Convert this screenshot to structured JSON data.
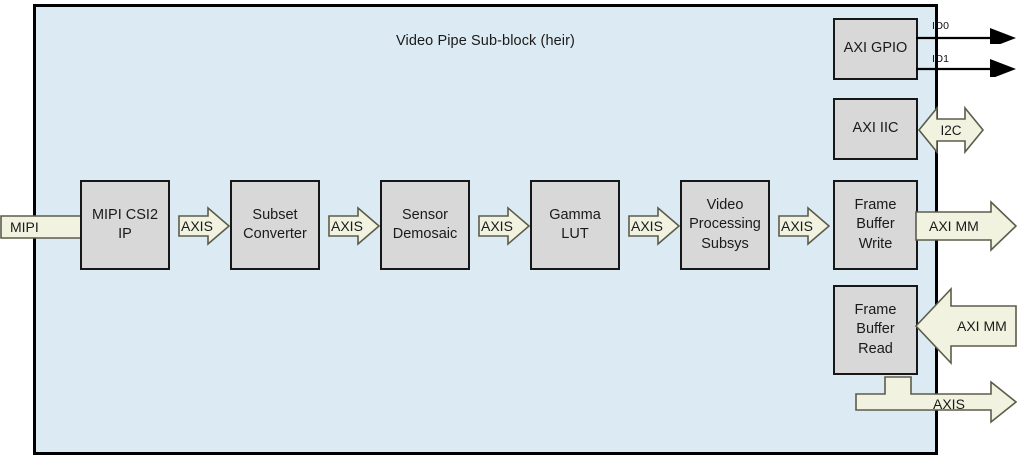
{
  "diagram": {
    "title": "Video Pipe Sub-block (heir)",
    "colors": {
      "container_fill": "#dcebf3",
      "container_border": "#000000",
      "block_fill": "#d8d8d8",
      "block_border": "#171717",
      "arrow_fill": "#f2f2e0",
      "arrow_border": "#5c5c4a",
      "signal_line": "#000000"
    }
  },
  "blocks": [
    {
      "id": "mipi-csi2-ip",
      "lines": [
        "MIPI CSI2",
        "IP"
      ]
    },
    {
      "id": "subset-converter",
      "lines": [
        "Subset",
        "Converter"
      ]
    },
    {
      "id": "sensor-demosaic",
      "lines": [
        "Sensor",
        "Demosaic"
      ]
    },
    {
      "id": "gamma-lut",
      "lines": [
        "Gamma",
        "LUT"
      ]
    },
    {
      "id": "video-processing-subsys",
      "lines": [
        "Video",
        "Processing",
        "Subsys"
      ]
    },
    {
      "id": "frame-buffer-write",
      "lines": [
        "Frame",
        "Buffer",
        "Write"
      ]
    },
    {
      "id": "frame-buffer-read",
      "lines": [
        "Frame",
        "Buffer",
        "Read"
      ]
    },
    {
      "id": "axi-gpio",
      "lines": [
        "AXI GPIO"
      ]
    },
    {
      "id": "axi-iic",
      "lines": [
        "AXI IIC"
      ]
    }
  ],
  "arrows": {
    "mipi_in": "MIPI",
    "axis_1": "AXIS",
    "axis_2": "AXIS",
    "axis_3": "AXIS",
    "axis_4": "AXIS",
    "axis_5": "AXIS",
    "axi_mm_write": "AXI MM",
    "axi_mm_read": "AXI MM",
    "axis_out": "AXIS",
    "i2c": "I2C"
  },
  "signals": {
    "io0": "IO0",
    "io1": "IO1"
  }
}
